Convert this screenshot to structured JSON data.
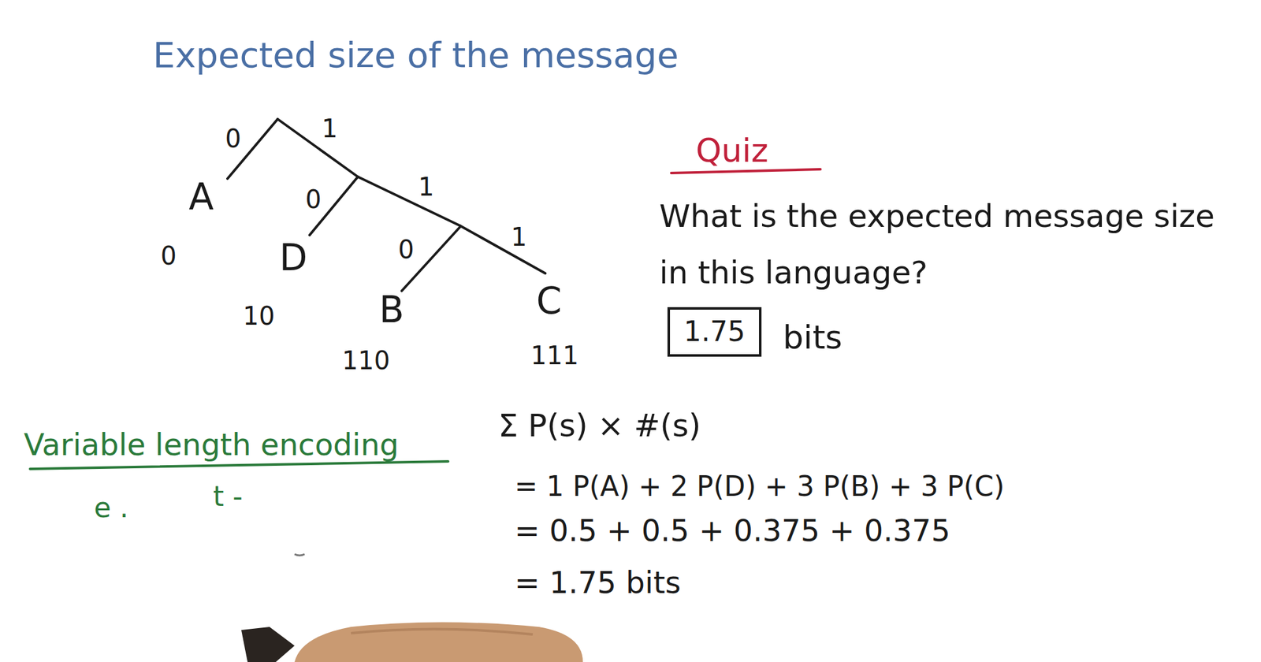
{
  "diagram": {
    "title": "Expected size of the message",
    "nodes": [
      {
        "text": [
          "1.75"
        ]
      }
    ],
    "labels": [
      "0",
      "1",
      "A",
      "0",
      "1",
      "0",
      "D",
      "0",
      "1",
      "10",
      "B",
      "C",
      "110",
      "111",
      "Quiz",
      "What is the expected message size in this language?",
      "bits",
      "Variable length encoding",
      "e .",
      "t -",
      "Σ P(s) × #(s)",
      "= 1 P(A) + 2 P(D) + 3 P(B) + 3 P(C)",
      "= 0.5 + 0.5 + 0.375 + 0.375",
      "= 1.75 bits"
    ]
  }
}
